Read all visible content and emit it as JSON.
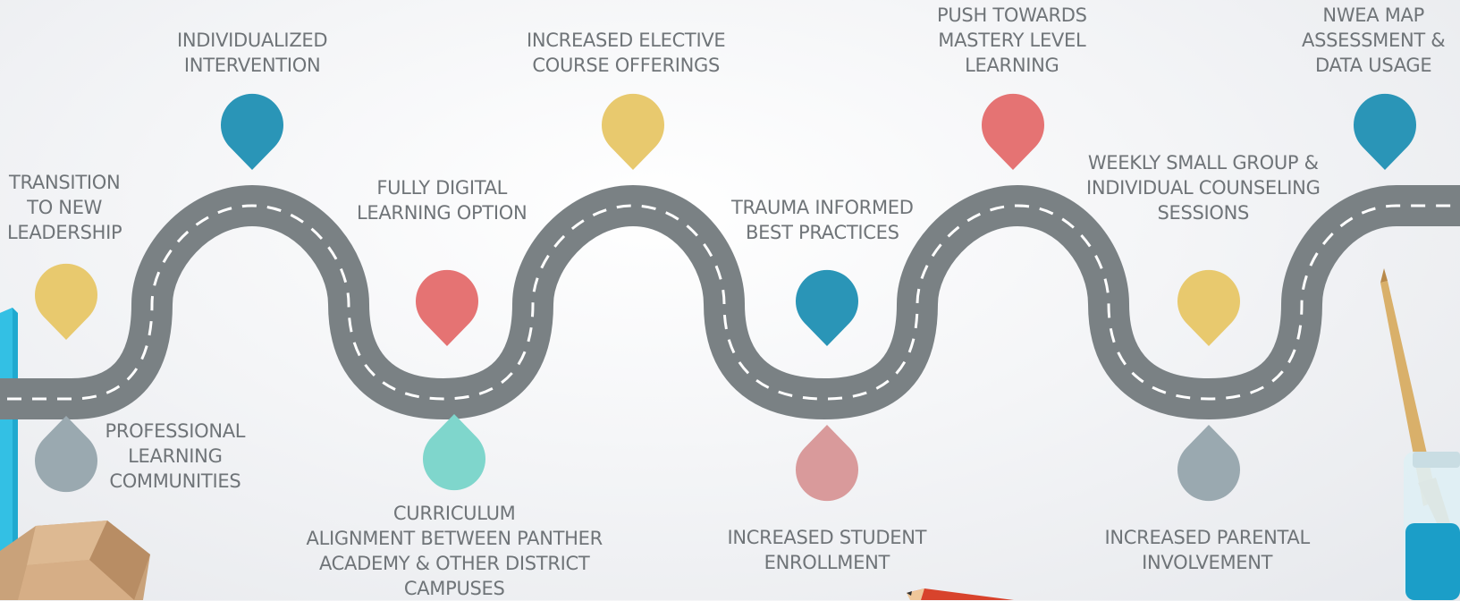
{
  "colors": {
    "road": "#7a8184",
    "lane": "#ffffff",
    "blue": "#2a95b7",
    "yellow": "#e8c96e",
    "red": "#e57373",
    "gray": "#9aa9b0",
    "teal": "#7fd6cc",
    "pink": "#d99a9b",
    "label": "#6f7478"
  },
  "milestones": [
    {
      "label": "TRANSITION\nTO NEW\nLEADERSHIP",
      "pin_color": "yellow",
      "pin_icon": "map-pin-down-icon"
    },
    {
      "label": "PROFESSIONAL\nLEARNING\nCOMMUNITIES",
      "pin_color": "gray",
      "pin_icon": "map-pin-up-icon"
    },
    {
      "label": "INDIVIDUALIZED\nINTERVENTION",
      "pin_color": "blue",
      "pin_icon": "map-pin-down-icon"
    },
    {
      "label": "FULLY DIGITAL\nLEARNING OPTION",
      "pin_color": "red",
      "pin_icon": "map-pin-down-icon"
    },
    {
      "label": "CURRICULUM\nALIGNMENT BETWEEN PANTHER\nACADEMY & OTHER DISTRICT\nCAMPUSES",
      "pin_color": "teal",
      "pin_icon": "map-pin-up-icon"
    },
    {
      "label": "INCREASED ELECTIVE\nCOURSE OFFERINGS",
      "pin_color": "yellow",
      "pin_icon": "map-pin-down-icon"
    },
    {
      "label": "TRAUMA INFORMED\nBEST PRACTICES",
      "pin_color": "blue",
      "pin_icon": "map-pin-down-icon"
    },
    {
      "label": "INCREASED STUDENT\nENROLLMENT",
      "pin_color": "pink",
      "pin_icon": "map-pin-up-icon"
    },
    {
      "label": "PUSH TOWARDS\nMASTERY LEVEL\nLEARNING",
      "pin_color": "red",
      "pin_icon": "map-pin-down-icon"
    },
    {
      "label": "WEEKLY SMALL GROUP &\nINDIVIDUAL COUNSELING\nSESSIONS",
      "pin_color": "yellow",
      "pin_icon": "map-pin-down-icon"
    },
    {
      "label": "INCREASED PARENTAL\nINVOLVEMENT",
      "pin_color": "gray",
      "pin_icon": "map-pin-up-icon"
    },
    {
      "label": "NWEA MAP\nASSESSMENT &\nDATA USAGE",
      "pin_color": "blue",
      "pin_icon": "map-pin-down-icon"
    }
  ],
  "decorations": {
    "left_block": "blue-block",
    "bottom_left_object": "wooden-gem",
    "bottom_center_object": "pencil",
    "right_objects": [
      "paintbrush",
      "paint-jar"
    ]
  }
}
